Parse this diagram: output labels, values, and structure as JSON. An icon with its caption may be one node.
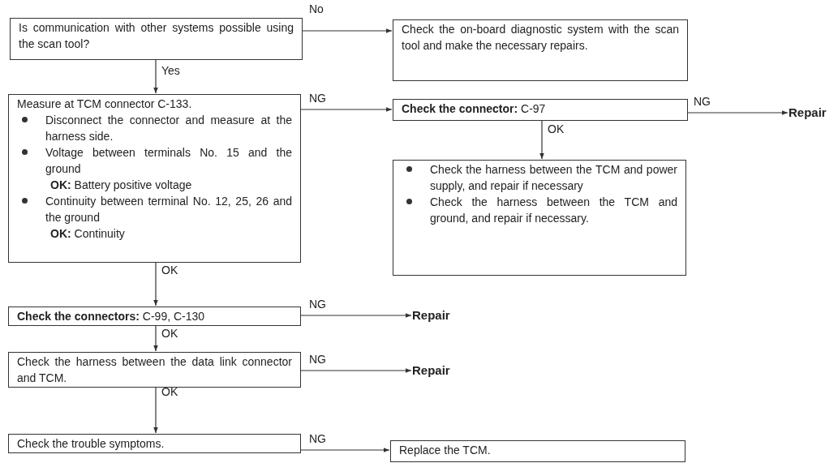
{
  "diagram": {
    "nodes": [
      {
        "text": [
          "Is communication with other systems possible using the scan tool?"
        ]
      },
      {
        "text": [
          "Check the on-board diagnostic system with the scan tool and make the necessary repairs."
        ]
      },
      {
        "text": [
          "Measure at TCM connector C-133.",
          "Disconnect the connector and measure at the harness side.",
          "Voltage between terminals No. 15 and the ground",
          "**OK:** Battery positive voltage",
          "Continuity between terminal No. 12, 25, 26 and the ground",
          "**OK:** Continuity"
        ]
      },
      {
        "text": [
          "**Check the connector:** C-97"
        ]
      },
      {
        "text": [
          "Repair"
        ]
      },
      {
        "text": [
          "Check the harness between the TCM and power supply, and repair if necessary",
          "Check the harness between the TCM and ground, and repair if necessary."
        ]
      },
      {
        "text": [
          "**Check the connectors:** C-99, C-130"
        ]
      },
      {
        "text": [
          "Repair"
        ]
      },
      {
        "text": [
          "Check the harness between the data link connector and TCM."
        ]
      },
      {
        "text": [
          "Repair"
        ]
      },
      {
        "text": [
          "Check the trouble symptoms."
        ]
      },
      {
        "text": [
          "Replace the TCM."
        ]
      }
    ],
    "edges": [
      {
        "from": 0,
        "to": 1,
        "arrow": "to",
        "label": "No"
      },
      {
        "from": 0,
        "to": 2,
        "arrow": "to",
        "label": "Yes"
      },
      {
        "from": 2,
        "to": 3,
        "arrow": "to",
        "label": "NG"
      },
      {
        "from": 3,
        "to": 4,
        "arrow": "to",
        "label": "NG"
      },
      {
        "from": 3,
        "to": 5,
        "arrow": "to",
        "label": "OK"
      },
      {
        "from": 2,
        "to": 6,
        "arrow": "to",
        "label": "OK"
      },
      {
        "from": 6,
        "to": 7,
        "arrow": "to",
        "label": "NG"
      },
      {
        "from": 6,
        "to": 8,
        "arrow": "to",
        "label": "OK"
      },
      {
        "from": 8,
        "to": 9,
        "arrow": "to",
        "label": "NG"
      },
      {
        "from": 8,
        "to": 10,
        "arrow": "to",
        "label": "OK"
      },
      {
        "from": 10,
        "to": 11,
        "arrow": "to",
        "label": "NG"
      }
    ]
  }
}
